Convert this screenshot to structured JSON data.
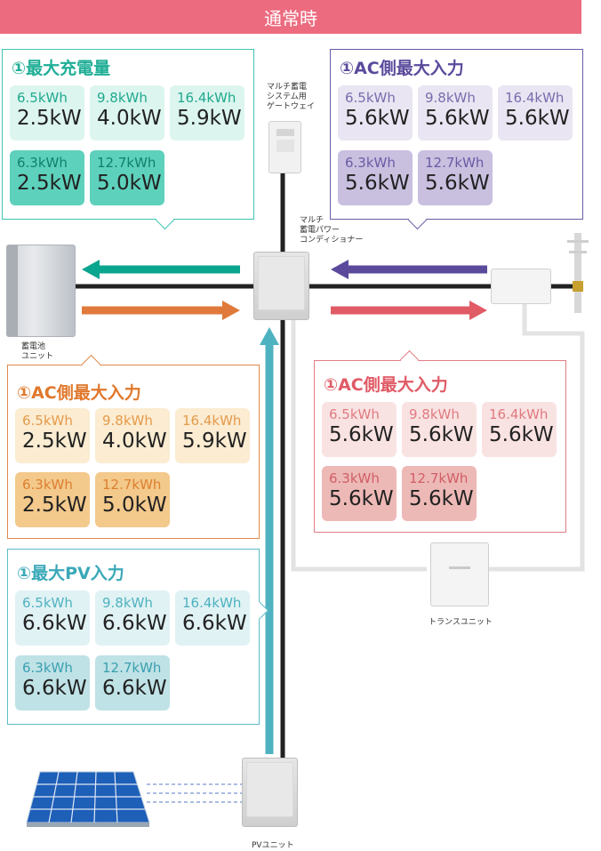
{
  "header": {
    "title": "通常時"
  },
  "colors": {
    "header": "#ec6b7f",
    "charge_arrow": "#0aa58f",
    "discharge_arrow": "#e07a3c",
    "grid_in_arrow": "#5b4a9c",
    "grid_out_arrow": "#e05b66",
    "pv_arrow": "#4fb2c0"
  },
  "devices": {
    "gateway": "マルチ蓄電\nシステム用\nゲートウェイ",
    "power_conditioner": "マルチ\n蓄電パワー\nコンディショナー",
    "battery": "蓄電池\nユニット",
    "transformer": "トランスユニット",
    "pv_unit": "PVユニット"
  },
  "panels": {
    "charge": {
      "title": "①最大充電量",
      "cells": [
        {
          "cap": "6.5kWh",
          "val": "2.5kW"
        },
        {
          "cap": "9.8kWh",
          "val": "4.0kW"
        },
        {
          "cap": "16.4kWh",
          "val": "5.9kW"
        },
        {
          "cap": "6.3kWh",
          "val": "2.5kW"
        },
        {
          "cap": "12.7kWh",
          "val": "5.0kW"
        }
      ]
    },
    "ac_in": {
      "title": "①AC側最大入力",
      "cells": [
        {
          "cap": "6.5kWh",
          "val": "5.6kW"
        },
        {
          "cap": "9.8kWh",
          "val": "5.6kW"
        },
        {
          "cap": "16.4kWh",
          "val": "5.6kW"
        },
        {
          "cap": "6.3kWh",
          "val": "5.6kW"
        },
        {
          "cap": "12.7kWh",
          "val": "5.6kW"
        }
      ]
    },
    "battery_ac": {
      "title": "①AC側最大入力",
      "cells": [
        {
          "cap": "6.5kWh",
          "val": "2.5kW"
        },
        {
          "cap": "9.8kWh",
          "val": "4.0kW"
        },
        {
          "cap": "16.4kWh",
          "val": "5.9kW"
        },
        {
          "cap": "6.3kWh",
          "val": "2.5kW"
        },
        {
          "cap": "12.7kWh",
          "val": "5.0kW"
        }
      ]
    },
    "ac_out": {
      "title": "①AC側最大入力",
      "cells": [
        {
          "cap": "6.5kWh",
          "val": "5.6kW"
        },
        {
          "cap": "9.8kWh",
          "val": "5.6kW"
        },
        {
          "cap": "16.4kWh",
          "val": "5.6kW"
        },
        {
          "cap": "6.3kWh",
          "val": "5.6kW"
        },
        {
          "cap": "12.7kWh",
          "val": "5.6kW"
        }
      ]
    },
    "pv": {
      "title": "①最大PV入力",
      "cells": [
        {
          "cap": "6.5kWh",
          "val": "6.6kW"
        },
        {
          "cap": "9.8kWh",
          "val": "6.6kW"
        },
        {
          "cap": "16.4kWh",
          "val": "6.6kW"
        },
        {
          "cap": "6.3kWh",
          "val": "6.6kW"
        },
        {
          "cap": "12.7kWh",
          "val": "6.6kW"
        }
      ]
    }
  }
}
